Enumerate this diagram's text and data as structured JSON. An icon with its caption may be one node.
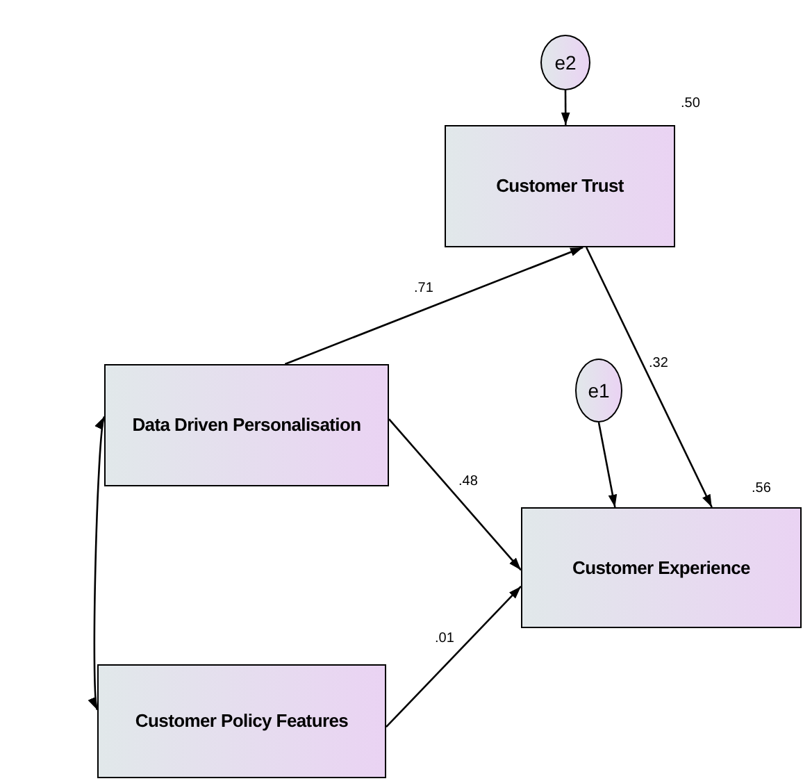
{
  "diagram": {
    "nodes": [
      {
        "text": [
          "e2"
        ]
      },
      {
        "text": [
          "Customer Trust"
        ],
        "beside": [
          ".50"
        ]
      },
      {
        "text": [
          "Data Driven Personalisation"
        ]
      },
      {
        "text": [
          "e1"
        ]
      },
      {
        "text": [
          "Customer Experience"
        ],
        "beside": [
          ".56"
        ]
      },
      {
        "text": [
          "Customer Policy Features"
        ]
      }
    ],
    "edges": [
      {
        "from": 0,
        "to": 1,
        "arrow": "to"
      },
      {
        "from": 3,
        "to": 4,
        "arrow": "to"
      },
      {
        "from": 2,
        "to": 1,
        "arrow": "to",
        "label": ".71"
      },
      {
        "from": 1,
        "to": 4,
        "arrow": "to",
        "label": ".32"
      },
      {
        "from": 2,
        "to": 4,
        "arrow": "to",
        "label": ".48"
      },
      {
        "from": 5,
        "to": 4,
        "arrow": "to",
        "label": ".01"
      },
      {
        "from": 2,
        "to": 5,
        "arrow": "both"
      }
    ]
  }
}
